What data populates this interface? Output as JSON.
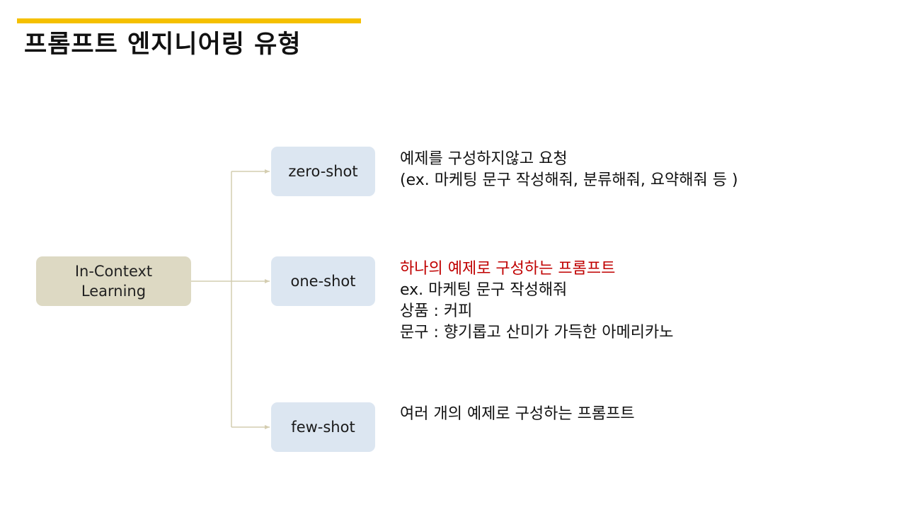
{
  "title": "프롬프트 엔지니어링 유형",
  "colors": {
    "accent_bar": "#f5c000",
    "root_node": "#ddd9c3",
    "child_node": "#dce6f1",
    "connector": "#d4cdb0",
    "highlight_text": "#c00000"
  },
  "diagram": {
    "root": {
      "label": "In-Context\nLearning"
    },
    "branches": [
      {
        "label": "zero-shot",
        "lines": [
          "예제를 구성하지않고 요청",
          "(ex. 마케팅 문구 작성해줘, 분류해줘, 요약해줘 등 )"
        ]
      },
      {
        "label": "one-shot",
        "lines": [
          "하나의 예제로 구성하는 프롬프트",
          "ex. 마케팅 문구 작성해줘",
          "상품 : 커피",
          "문구 : 향기롭고 산미가 가득한 아메리카노"
        ]
      },
      {
        "label": "few-shot",
        "lines": [
          "여러 개의 예제로 구성하는 프롬프트"
        ]
      }
    ]
  }
}
